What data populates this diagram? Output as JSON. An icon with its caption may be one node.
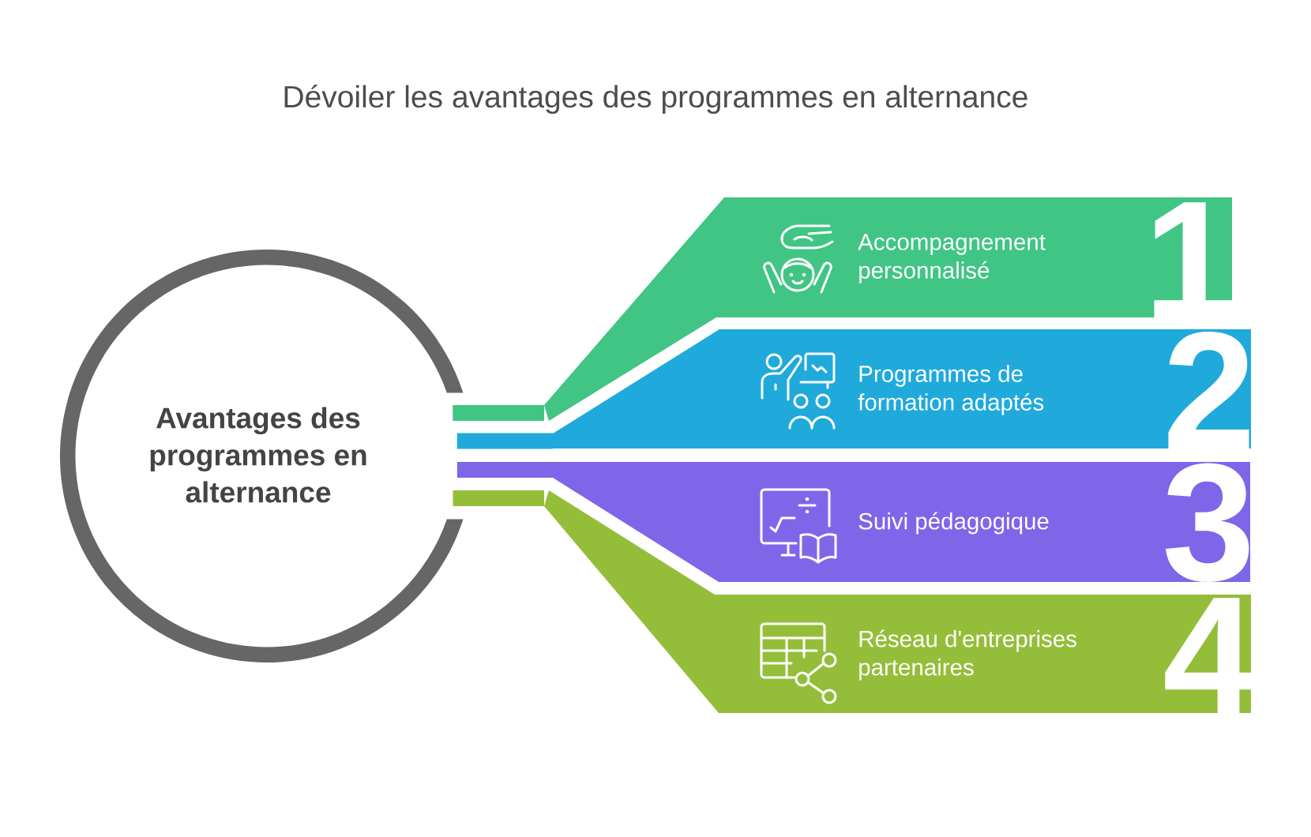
{
  "diagram": {
    "title": "Dévoiler les avantages des programmes en alternance",
    "nodes": [
      {
        "text": [
          "Avantages des programmes en alternance"
        ]
      },
      {
        "text": [
          "Accompagnement personnalisé",
          "1"
        ]
      },
      {
        "text": [
          "Programmes de formation adaptés",
          "2"
        ]
      },
      {
        "text": [
          "Suivi pédagogique",
          "3"
        ]
      },
      {
        "text": [
          "Réseau d'entreprises partenaires",
          "4"
        ]
      }
    ],
    "edges": [
      {
        "from": 0,
        "to": 1,
        "arrow": "none",
        "color": "#40c584"
      },
      {
        "from": 0,
        "to": 2,
        "arrow": "none",
        "color": "#20aadb"
      },
      {
        "from": 0,
        "to": 3,
        "arrow": "none",
        "color": "#7f66e9"
      },
      {
        "from": 0,
        "to": 4,
        "arrow": "none",
        "color": "#94be3a"
      }
    ]
  }
}
